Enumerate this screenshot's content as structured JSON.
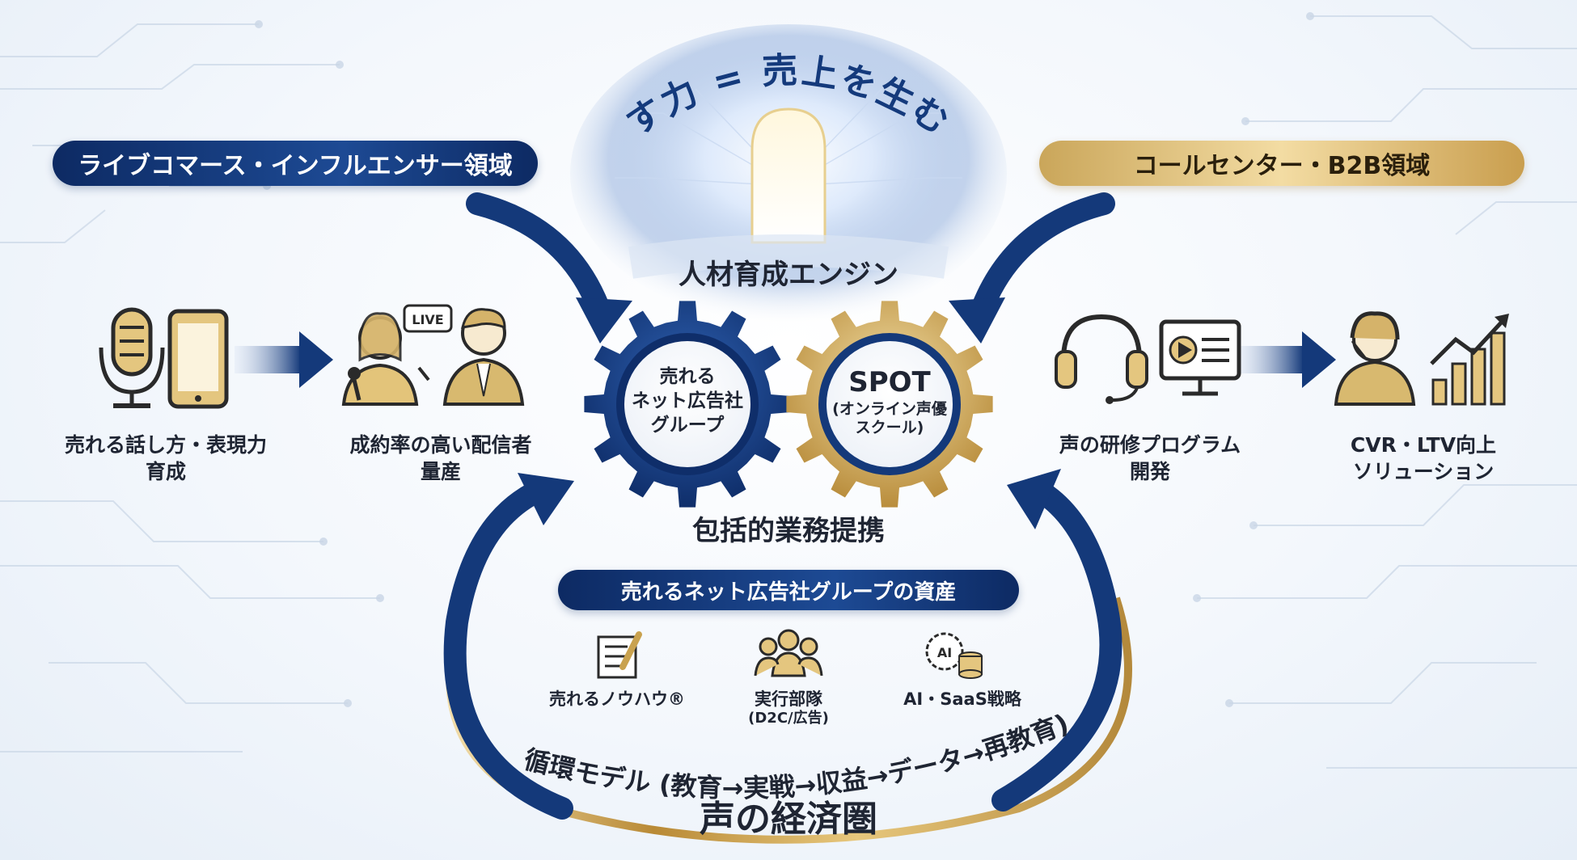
{
  "headline": "話す力 = 売上を生む力",
  "left_domain": "ライブコマース・インフルエンサー領域",
  "right_domain": "コールセンター・B2B領域",
  "engine_label": "人材育成エンジン",
  "gear_left": {
    "lines": [
      "売れる",
      "ネット広告社",
      "グループ"
    ]
  },
  "gear_right": {
    "title": "SPOT",
    "lines": [
      "(オンライン声優",
      "スクール)"
    ]
  },
  "partnership_label": "包括的業務提携",
  "left_flow": [
    {
      "icon": "microphone-smartphone-icon",
      "lines": [
        "売れる話し方・表現力",
        "育成"
      ]
    },
    {
      "icon": "live-streamers-icon",
      "badge": "LIVE",
      "lines": [
        "成約率の高い配信者",
        "量産"
      ]
    }
  ],
  "right_flow": [
    {
      "icon": "headset-monitor-icon",
      "lines": [
        "声の研修プログラム",
        "開発"
      ]
    },
    {
      "icon": "operator-growth-chart-icon",
      "lines": [
        "CVR・LTV向上",
        "ソリューション"
      ]
    }
  ],
  "assets": {
    "heading": "売れるネット広告社グループの資産",
    "items": [
      {
        "icon": "document-pen-icon",
        "lines": [
          "売れるノウハウ®"
        ]
      },
      {
        "icon": "team-icon",
        "lines": [
          "実行部隊",
          "(D2C/広告)"
        ]
      },
      {
        "icon": "ai-gear-database-icon",
        "badge": "AI",
        "lines": [
          "AI・SaaS戦略"
        ]
      }
    ]
  },
  "cycle_label": "循環モデル (教育→実戦→収益→データ→再教育)",
  "footer_title": "声の経済圏",
  "colors": {
    "navy": "#14397a",
    "gold": "#c9a24f",
    "text": "#1f2533"
  }
}
